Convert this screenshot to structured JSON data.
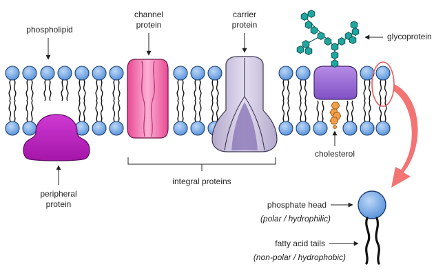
{
  "labels": {
    "phospholipid": "phospholipid",
    "channel_protein_1": "channel",
    "channel_protein_2": "protein",
    "carrier_protein_1": "carrier",
    "carrier_protein_2": "protein",
    "glycoprotein": "glycoprotein",
    "cholesterol": "cholesterol",
    "integral_proteins": "integral proteins",
    "peripheral_protein_1": "peripheral",
    "peripheral_protein_2": "protein",
    "phosphate_head": "phosphate head",
    "phosphate_head_note": "(polar / hydrophilic)",
    "fatty_acid_tails": "fatty acid tails",
    "fatty_acid_tails_note": "(non-polar / hydrophobic)"
  },
  "colors": {
    "phospholipid_head": "#7fb1ea",
    "channel_protein": "#f06aa8",
    "carrier_protein": "#c9c1dc",
    "peripheral_protein": "#c323c7",
    "glycoprotein": "#9a6ad6",
    "glyco_chain": "#1fa6a0",
    "cholesterol": "#f0a048",
    "highlight": "#e85a5a"
  }
}
